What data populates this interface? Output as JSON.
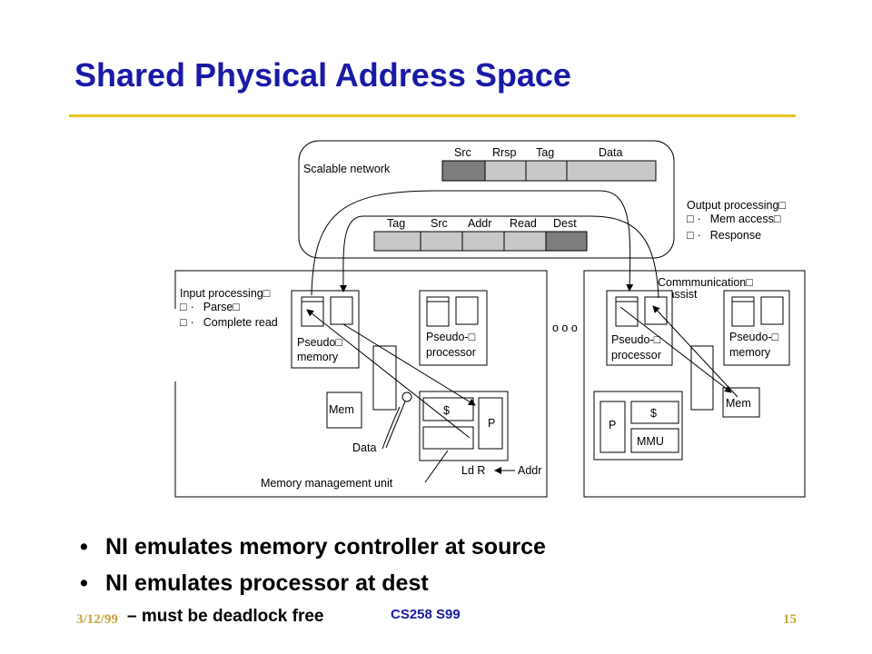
{
  "slide": {
    "title": "Shared Physical Address Space",
    "bullets": [
      "NI emulates memory controller at source",
      "NI emulates processor at dest"
    ],
    "sub_bullet": "– must be deadlock free",
    "footer": {
      "date": "3/12/99",
      "course": "CS258 S99",
      "page": "15"
    }
  },
  "diagram": {
    "network_label": "Scalable network",
    "top_packet": [
      "Src",
      "Rrsp",
      "Tag",
      "Data"
    ],
    "bottom_packet": [
      "Tag",
      "Src",
      "Addr",
      "Read",
      "Dest"
    ],
    "output_processing": {
      "title": "Output processing",
      "items": [
        "Mem access",
        "Response"
      ]
    },
    "input_processing": {
      "title": "Input processing",
      "items": [
        "Parse",
        "Complete read"
      ]
    },
    "communication_assist": [
      "Commmunication",
      "assist"
    ],
    "left_node": {
      "pseudo_memory": [
        "Pseudo",
        "memory"
      ],
      "pseudo_processor": [
        "Pseudo-",
        "processor"
      ],
      "mem": "Mem",
      "cache": "$",
      "processor": "P",
      "data_label": "Data",
      "ldr_label": "Ld R",
      "addr_label": "Addr",
      "mmu_label": "Memory management unit"
    },
    "ellipsis": "o o o",
    "right_node": {
      "pseudo_processor": [
        "Pseudo-",
        "processor"
      ],
      "pseudo_memory": [
        "Pseudo-",
        "memory"
      ],
      "processor": "P",
      "cache": "$",
      "mmu": "MMU",
      "mem": "Mem"
    },
    "sq": "□",
    "bullet_mark": "·"
  }
}
